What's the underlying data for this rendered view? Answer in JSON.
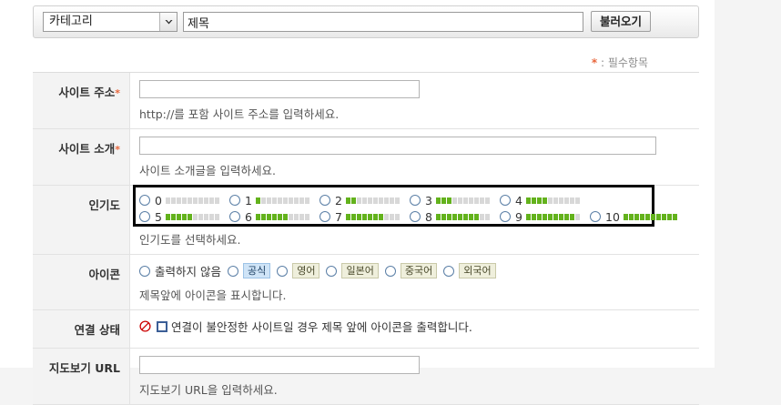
{
  "topbar": {
    "category_select_value": "카테고리",
    "title_input_value": "제목",
    "title_input_placeholder": "제목",
    "load_button_label": "불러오기"
  },
  "required_note": {
    "star": "*",
    "text": ": 필수항목"
  },
  "rows": {
    "site_address": {
      "label": "사이트 주소",
      "required_mark": "*",
      "input_value": "",
      "help": "http://를 포함 사이트 주소를 입력하세요."
    },
    "site_intro": {
      "label": "사이트 소개",
      "required_mark": "*",
      "input_value": "",
      "help": "사이트 소개글을 입력하세요."
    },
    "popularity": {
      "label": "인기도",
      "help": "인기도를 선택하세요.",
      "total_segments": 10,
      "options": [
        {
          "value": "0",
          "filled": 0
        },
        {
          "value": "1",
          "filled": 1
        },
        {
          "value": "2",
          "filled": 2
        },
        {
          "value": "3",
          "filled": 3
        },
        {
          "value": "4",
          "filled": 4
        },
        {
          "value": "5",
          "filled": 5
        },
        {
          "value": "6",
          "filled": 6
        },
        {
          "value": "7",
          "filled": 7
        },
        {
          "value": "8",
          "filled": 8
        },
        {
          "value": "9",
          "filled": 9
        },
        {
          "value": "10",
          "filled": 10
        }
      ]
    },
    "icon": {
      "label": "아이콘",
      "help": "제목앞에 아이콘을 표시합니다.",
      "options": [
        {
          "label": "출력하지 않음",
          "style": "plain"
        },
        {
          "label": "공식",
          "style": "badge-blue"
        },
        {
          "label": "영어",
          "style": "badge-beige"
        },
        {
          "label": "일본어",
          "style": "badge-beige"
        },
        {
          "label": "중국어",
          "style": "badge-beige"
        },
        {
          "label": "외국어",
          "style": "badge-beige"
        }
      ]
    },
    "connection_state": {
      "label": "연결 상태",
      "checkbox_label": "연결이 불안정한 사이트일 경우 제목 앞에 아이콘을 출력합니다.",
      "checked": false
    },
    "map_url": {
      "label": "지도보기 URL",
      "input_value": "",
      "help": "지도보기 URL을 입력하세요."
    }
  },
  "colors": {
    "meter_on": "#63b21c",
    "meter_off": "#d8d8d8",
    "required_star": "#e8663b",
    "highlight_border": "#000000",
    "ban_icon": "#cc0000"
  }
}
